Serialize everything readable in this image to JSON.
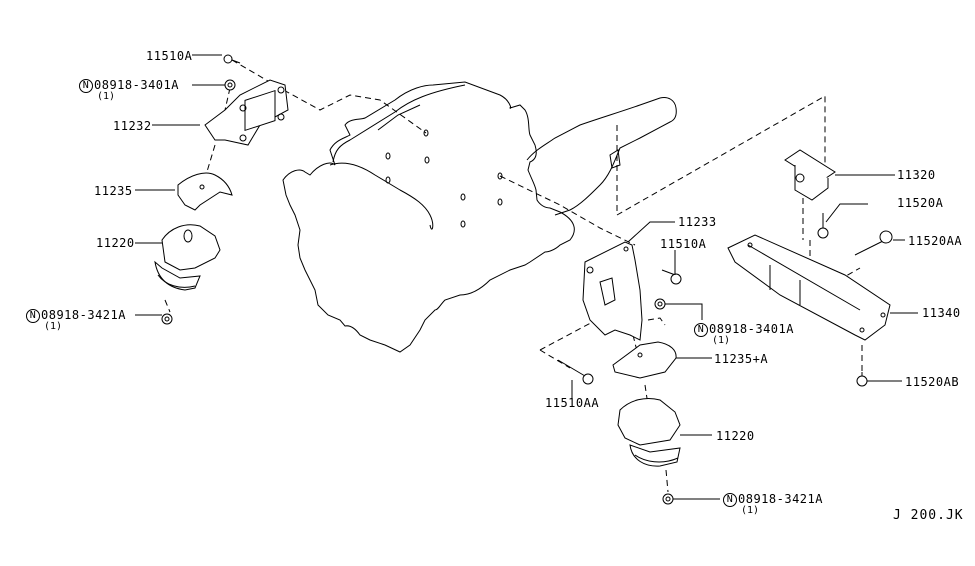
{
  "diagram": {
    "title": "Engine & Transmission Mounting",
    "diagram_code": "J 200.JK",
    "colors": {
      "line": "#000000",
      "background": "#ffffff"
    },
    "parts": [
      {
        "id": "p1",
        "label": "11510A",
        "note_prefix": "",
        "qty": ""
      },
      {
        "id": "p2",
        "label": "08918-3401A",
        "note_prefix": "N",
        "qty": "(1)"
      },
      {
        "id": "p3",
        "label": "11232",
        "note_prefix": "",
        "qty": ""
      },
      {
        "id": "p4",
        "label": "11235",
        "note_prefix": "",
        "qty": ""
      },
      {
        "id": "p5",
        "label": "11220",
        "note_prefix": "",
        "qty": ""
      },
      {
        "id": "p6",
        "label": "08918-3421A",
        "note_prefix": "N",
        "qty": "(1)"
      },
      {
        "id": "p7",
        "label": "11233",
        "note_prefix": "",
        "qty": ""
      },
      {
        "id": "p8",
        "label": "11510A",
        "note_prefix": "",
        "qty": ""
      },
      {
        "id": "p9",
        "label": "08918-3401A",
        "note_prefix": "N",
        "qty": "(1)"
      },
      {
        "id": "p10",
        "label": "11235+A",
        "note_prefix": "",
        "qty": ""
      },
      {
        "id": "p11",
        "label": "11510AA",
        "note_prefix": "",
        "qty": ""
      },
      {
        "id": "p12",
        "label": "11220",
        "note_prefix": "",
        "qty": ""
      },
      {
        "id": "p13",
        "label": "08918-3421A",
        "note_prefix": "N",
        "qty": "(1)"
      },
      {
        "id": "p14",
        "label": "11320",
        "note_prefix": "",
        "qty": ""
      },
      {
        "id": "p15",
        "label": "11520A",
        "note_prefix": "",
        "qty": ""
      },
      {
        "id": "p16",
        "label": "11520AA",
        "note_prefix": "",
        "qty": ""
      },
      {
        "id": "p17",
        "label": "11340",
        "note_prefix": "",
        "qty": ""
      },
      {
        "id": "p18",
        "label": "11520AB",
        "note_prefix": "",
        "qty": ""
      }
    ]
  }
}
